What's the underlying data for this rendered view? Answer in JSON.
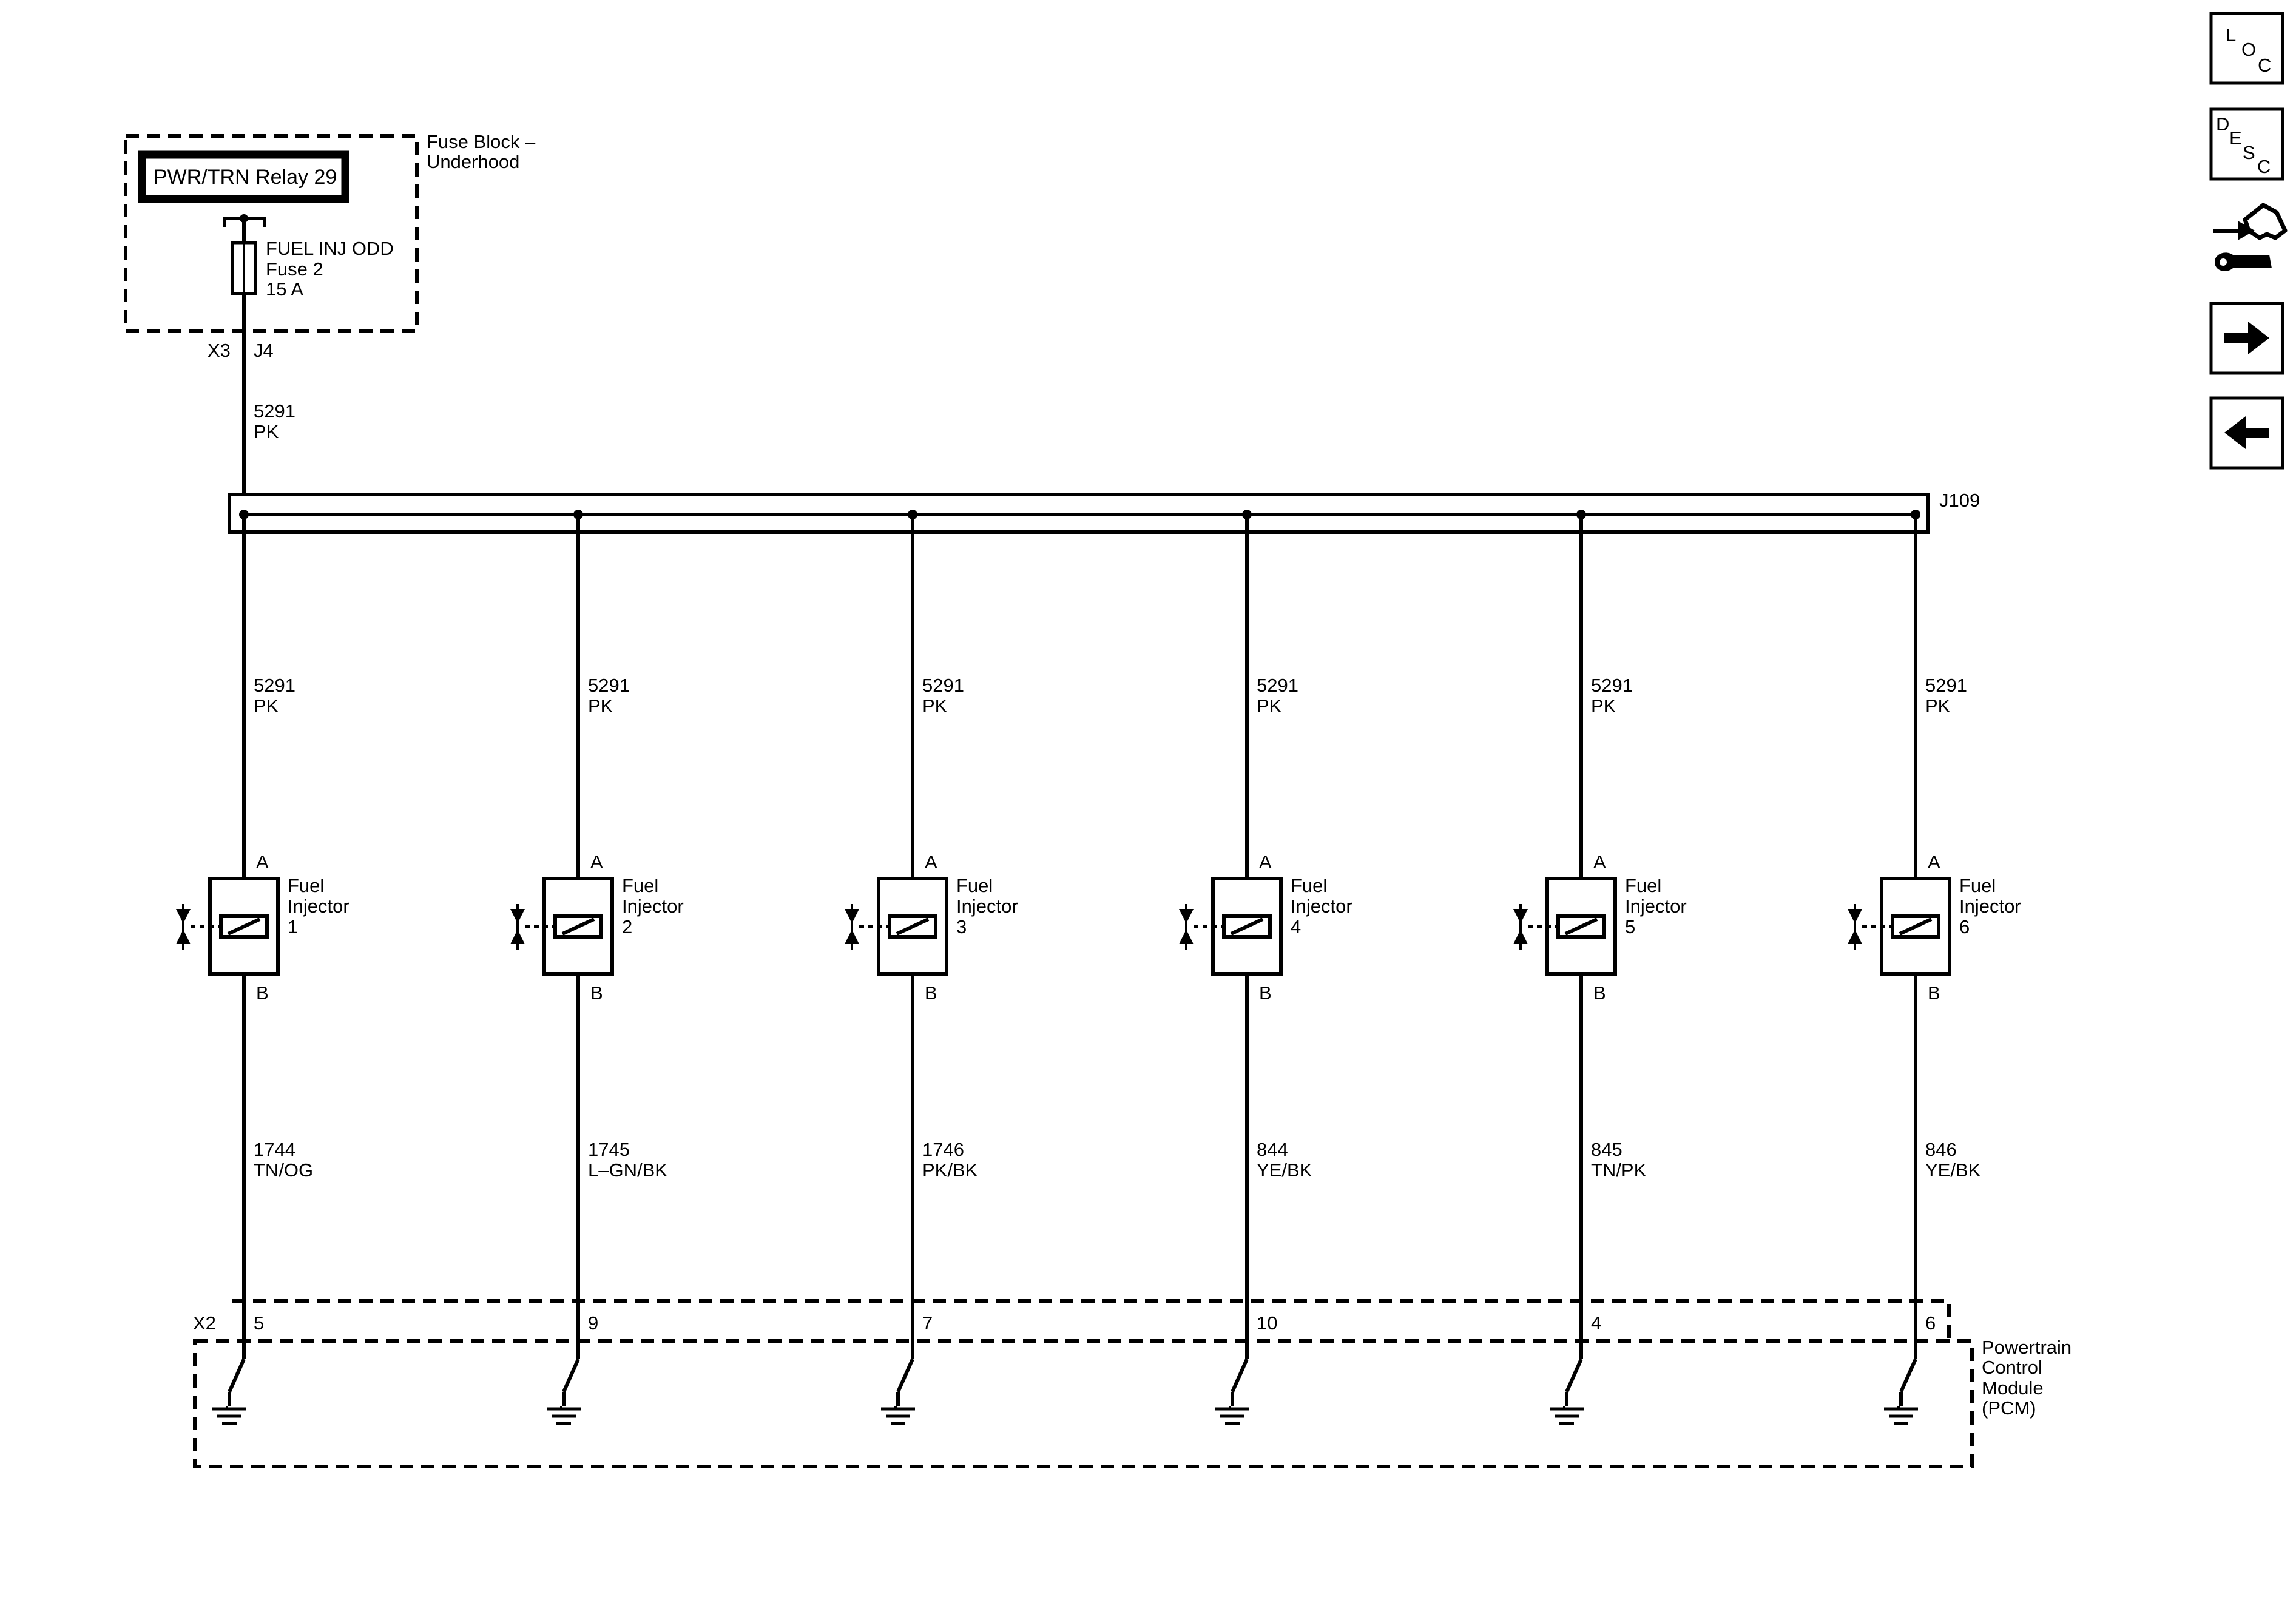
{
  "fuse_block": {
    "title_line1": "Fuse Block –",
    "title_line2": "Underhood",
    "relay": "PWR/TRN Relay 29",
    "fuse_line1": "FUEL INJ ODD",
    "fuse_line2": "Fuse 2",
    "fuse_line3": "15 A",
    "connector": "X3",
    "terminal": "J4"
  },
  "feed_wire": {
    "circuit": "5291",
    "color": "PK"
  },
  "splice": {
    "label": "J109"
  },
  "injectors": [
    {
      "name_line1": "Fuel",
      "name_line2": "Injector",
      "number": "1",
      "pin_a": "A",
      "pin_b": "B",
      "supply_circuit": "5291",
      "supply_color": "PK",
      "control_circuit": "1744",
      "control_color": "TN/OG",
      "pcm_pin": "5"
    },
    {
      "name_line1": "Fuel",
      "name_line2": "Injector",
      "number": "2",
      "pin_a": "A",
      "pin_b": "B",
      "supply_circuit": "5291",
      "supply_color": "PK",
      "control_circuit": "1745",
      "control_color": "L–GN/BK",
      "pcm_pin": "9"
    },
    {
      "name_line1": "Fuel",
      "name_line2": "Injector",
      "number": "3",
      "pin_a": "A",
      "pin_b": "B",
      "supply_circuit": "5291",
      "supply_color": "PK",
      "control_circuit": "1746",
      "control_color": "PK/BK",
      "pcm_pin": "7"
    },
    {
      "name_line1": "Fuel",
      "name_line2": "Injector",
      "number": "4",
      "pin_a": "A",
      "pin_b": "B",
      "supply_circuit": "5291",
      "supply_color": "PK",
      "control_circuit": "844",
      "control_color": "YE/BK",
      "pcm_pin": "10"
    },
    {
      "name_line1": "Fuel",
      "name_line2": "Injector",
      "number": "5",
      "pin_a": "A",
      "pin_b": "B",
      "supply_circuit": "5291",
      "supply_color": "PK",
      "control_circuit": "845",
      "control_color": "TN/PK",
      "pcm_pin": "4"
    },
    {
      "name_line1": "Fuel",
      "name_line2": "Injector",
      "number": "6",
      "pin_a": "A",
      "pin_b": "B",
      "supply_circuit": "5291",
      "supply_color": "PK",
      "control_circuit": "846",
      "control_color": "YE/BK",
      "pcm_pin": "6"
    }
  ],
  "pcm": {
    "connector": "X2",
    "line1": "Powertrain",
    "line2": "Control",
    "line3": "Module",
    "line4": "(PCM)"
  },
  "toolbar": {
    "loc": {
      "l": "L",
      "o": "O",
      "c": "C"
    },
    "desc": {
      "d": "D",
      "e": "E",
      "s": "S",
      "c": "C"
    },
    "icons": [
      "location-icon",
      "description-icon",
      "connector-tool-icon",
      "next-arrow-icon",
      "back-arrow-icon"
    ]
  }
}
